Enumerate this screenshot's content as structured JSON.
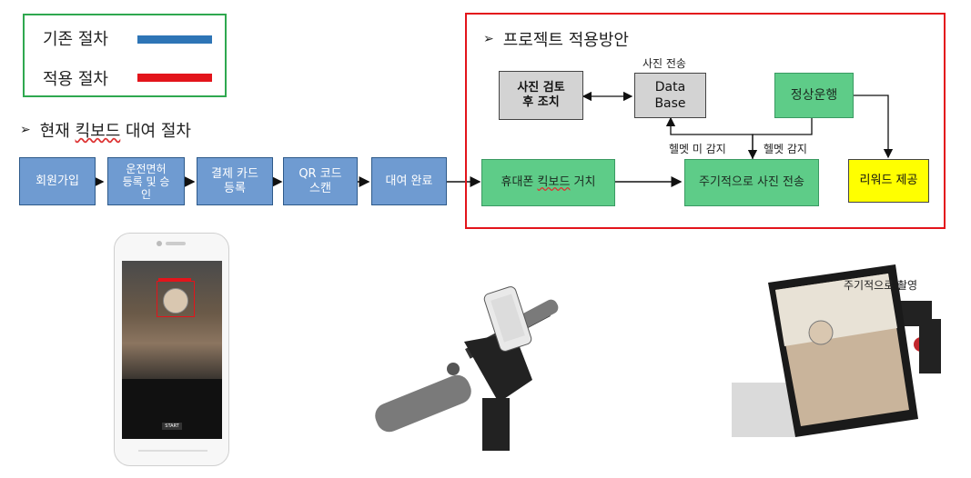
{
  "legend": {
    "existing_label": "기존 절차",
    "existing_color": "#2e75b6",
    "applied_label": "적용 절차",
    "applied_color": "#e3141b"
  },
  "current_heading": {
    "prefix": "현재 ",
    "wavy_word": "킥보드",
    "suffix": " 대여 절차"
  },
  "current_steps": [
    "회원가입",
    "운전면허\n등록 및 승\n인",
    "결제 카드\n등록",
    "QR 코드\n스캔",
    "대여 완료"
  ],
  "project": {
    "heading": "프로젝트 적용방안",
    "photo_review": "사진 검토\n후 조치",
    "database": "Data\nBase",
    "database_caption": "사진 전송",
    "normal_operation": "정상운행",
    "mount_prefix": "휴대폰 ",
    "mount_wavy": "킥보드",
    "mount_suffix": " 거치",
    "periodic_send": "주기적으로 사진 전송",
    "reward": "리워드 제공",
    "helmet_not_detected": "헬멧 미 감지",
    "helmet_detected": "헬멧 감지"
  },
  "photos": {
    "phone_start_button": "START",
    "periodic_capture_caption": "주기적으로 촬영"
  }
}
